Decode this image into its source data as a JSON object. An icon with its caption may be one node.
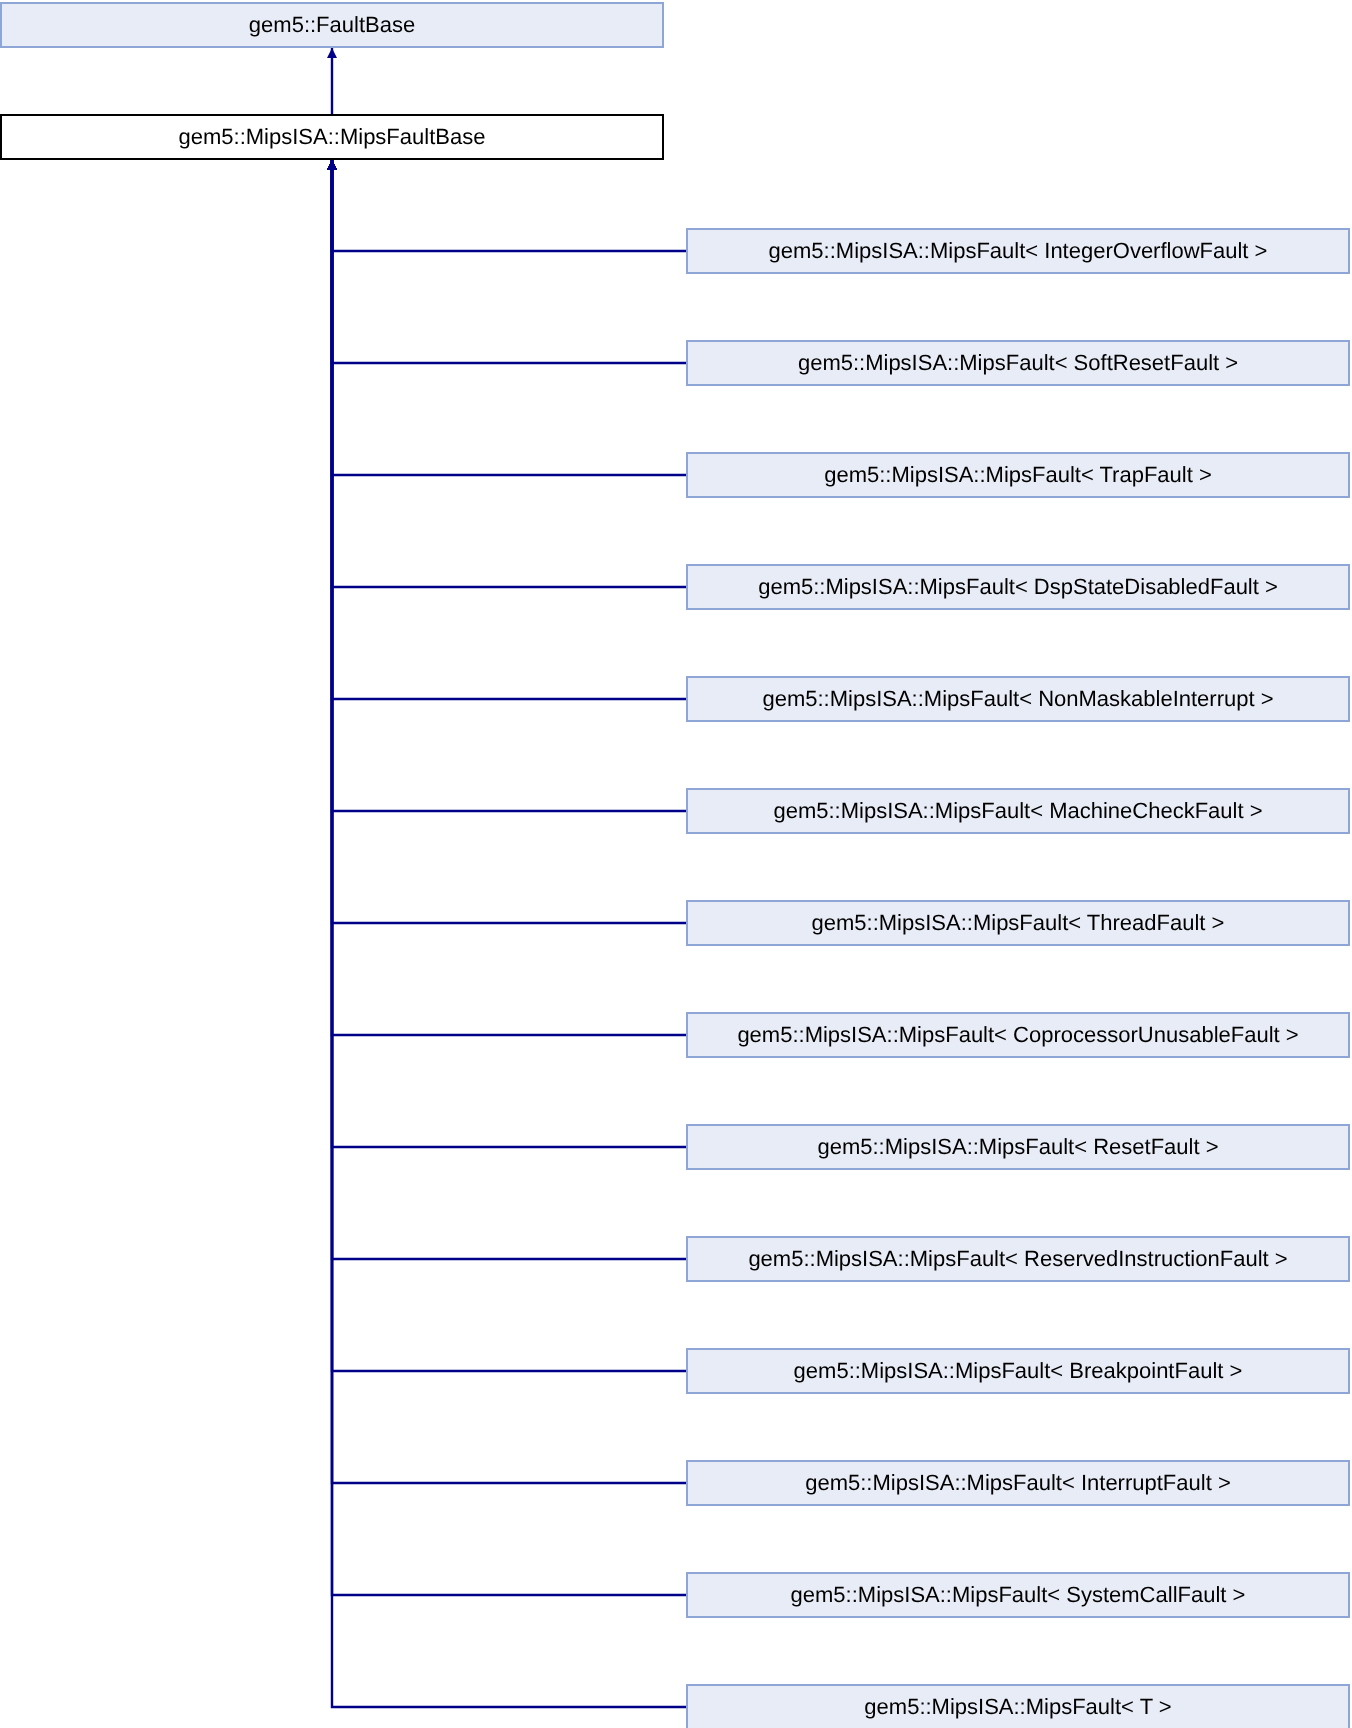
{
  "diagram": {
    "nodes": [
      {
        "text": [
          "gem5::FaultBase"
        ]
      },
      {
        "text": [
          "gem5::MipsISA::MipsFaultBase"
        ]
      },
      {
        "text": [
          "gem5::MipsISA::MipsFault< IntegerOverflowFault >"
        ]
      },
      {
        "text": [
          "gem5::MipsISA::MipsFault< SoftResetFault >"
        ]
      },
      {
        "text": [
          "gem5::MipsISA::MipsFault< TrapFault >"
        ]
      },
      {
        "text": [
          "gem5::MipsISA::MipsFault< DspStateDisabledFault >"
        ]
      },
      {
        "text": [
          "gem5::MipsISA::MipsFault< NonMaskableInterrupt >"
        ]
      },
      {
        "text": [
          "gem5::MipsISA::MipsFault< MachineCheckFault >"
        ]
      },
      {
        "text": [
          "gem5::MipsISA::MipsFault< ThreadFault >"
        ]
      },
      {
        "text": [
          "gem5::MipsISA::MipsFault< CoprocessorUnusableFault >"
        ]
      },
      {
        "text": [
          "gem5::MipsISA::MipsFault< ResetFault >"
        ]
      },
      {
        "text": [
          "gem5::MipsISA::MipsFault< ReservedInstructionFault >"
        ]
      },
      {
        "text": [
          "gem5::MipsISA::MipsFault< BreakpointFault >"
        ]
      },
      {
        "text": [
          "gem5::MipsISA::MipsFault< InterruptFault >"
        ]
      },
      {
        "text": [
          "gem5::MipsISA::MipsFault< SystemCallFault >"
        ]
      },
      {
        "text": [
          "gem5::MipsISA::MipsFault< T >"
        ]
      }
    ],
    "edges": [
      {
        "from": 1,
        "to": 0,
        "arrow": "to"
      },
      {
        "from": 2,
        "to": 1,
        "arrow": "to"
      },
      {
        "from": 3,
        "to": 1,
        "arrow": "to"
      },
      {
        "from": 4,
        "to": 1,
        "arrow": "to"
      },
      {
        "from": 5,
        "to": 1,
        "arrow": "to"
      },
      {
        "from": 6,
        "to": 1,
        "arrow": "to"
      },
      {
        "from": 7,
        "to": 1,
        "arrow": "to"
      },
      {
        "from": 8,
        "to": 1,
        "arrow": "to"
      },
      {
        "from": 9,
        "to": 1,
        "arrow": "to"
      },
      {
        "from": 10,
        "to": 1,
        "arrow": "to"
      },
      {
        "from": 11,
        "to": 1,
        "arrow": "to"
      },
      {
        "from": 12,
        "to": 1,
        "arrow": "to"
      },
      {
        "from": 13,
        "to": 1,
        "arrow": "to"
      },
      {
        "from": 14,
        "to": 1,
        "arrow": "to"
      },
      {
        "from": 15,
        "to": 1,
        "arrow": "to"
      }
    ]
  }
}
